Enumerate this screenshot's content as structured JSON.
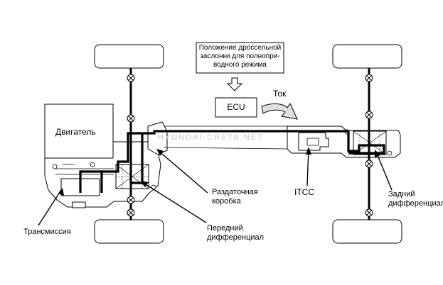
{
  "labels": {
    "throttle_box": "Положение дроссельной\nзаслонки для полнопри-\nводного режима",
    "ecu": "ECU",
    "current": "Ток",
    "engine": "Двигатель",
    "transfer_case": "Раздаточная\nкоробка",
    "transmission": "Трансмиссия",
    "front_diff": "Передний\nдифференциал",
    "itcc": "ITCC",
    "rear_diff": "Задний\nдифференциал",
    "watermark": "HYUNDAI-CRETA.NET"
  }
}
